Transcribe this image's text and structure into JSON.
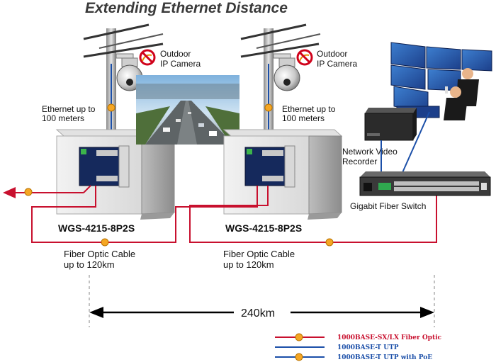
{
  "title": "Extending Ethernet Distance",
  "camera_label": {
    "line1": "Outdoor",
    "line2": "IP Camera"
  },
  "ethernet_label": {
    "line1": "Ethernet up to",
    "line2": "100 meters"
  },
  "model_name": "WGS-4215-8P2S",
  "fiber_label": {
    "line1": "Fiber Optic Cable",
    "line2": "up to 120km"
  },
  "nvr_label": {
    "line1": "Network Video",
    "line2": "Recorder"
  },
  "switch_label": "Gigabit Fiber Switch",
  "distance": "240km",
  "legend": {
    "fiber": "1000BASE-SX/LX Fiber Optic",
    "utp": "1000BASE-T UTP",
    "poe": "1000BASE-T UTP with PoE"
  },
  "colors": {
    "fiber_line": "#c8102e",
    "utp_line": "#1b4fa8",
    "badge": "#f5a623"
  },
  "icons": [
    "pole-icon",
    "dome-camera-icon",
    "no-wire-icon",
    "cabinet-icon",
    "switch-icon",
    "nvr-icon",
    "monitor-wall-icon",
    "operator-icon",
    "arrow-icon"
  ]
}
